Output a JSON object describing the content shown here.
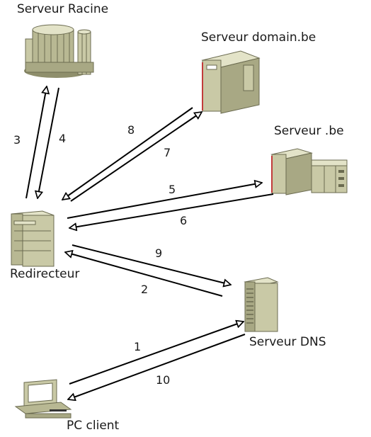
{
  "nodes": {
    "root_server": "Serveur Racine",
    "domain_server": "Serveur domain.be",
    "be_server": "Serveur .be",
    "redirector": "Redirecteur",
    "dns_server": "Serveur DNS",
    "pc_client": "PC client"
  },
  "steps": {
    "s1": "1",
    "s2": "2",
    "s3": "3",
    "s4": "4",
    "s5": "5",
    "s6": "6",
    "s7": "7",
    "s8": "8",
    "s9": "9",
    "s10": "10"
  },
  "colors": {
    "device_body": "#c9c9a6",
    "device_dark": "#8f8f6c",
    "device_light": "#e3e3c8",
    "accent_red": "#c23b3b",
    "line": "#000000"
  }
}
